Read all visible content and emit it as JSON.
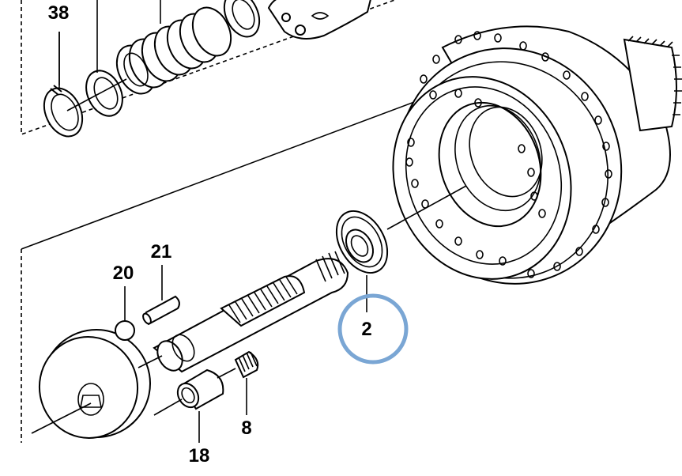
{
  "callouts": [
    {
      "id": "38",
      "label": "38"
    },
    {
      "id": "21",
      "label": "21"
    },
    {
      "id": "20",
      "label": "20"
    },
    {
      "id": "2",
      "label": "2"
    },
    {
      "id": "8",
      "label": "8"
    },
    {
      "id": "18",
      "label": "18"
    }
  ],
  "highlight": {
    "target": "2",
    "color": "#7aa6d4"
  },
  "colors": {
    "line": "#000000",
    "background": "#ffffff"
  }
}
